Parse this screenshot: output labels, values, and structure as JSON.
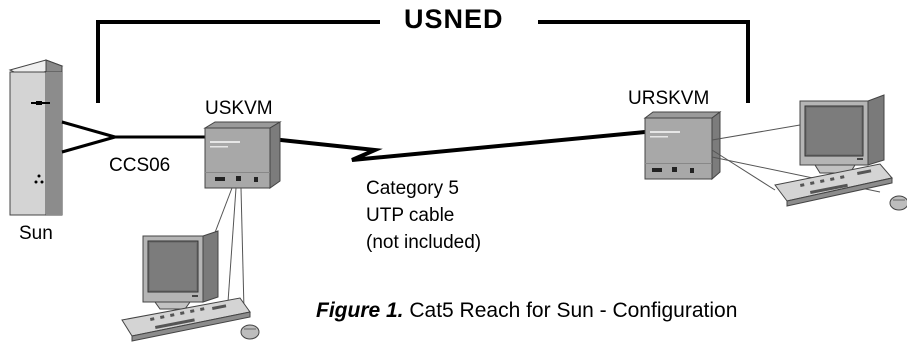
{
  "diagram": {
    "title": "USNED",
    "server_label": "Sun",
    "cable_label": "CCS06",
    "local_unit_label": "USKVM",
    "remote_unit_label": "URSKVM",
    "cable_note": [
      "Category 5",
      "UTP cable",
      "(not included)"
    ],
    "caption_prefix": "Figure 1.",
    "caption_text": " Cat5 Reach for Sun - Configuration"
  }
}
